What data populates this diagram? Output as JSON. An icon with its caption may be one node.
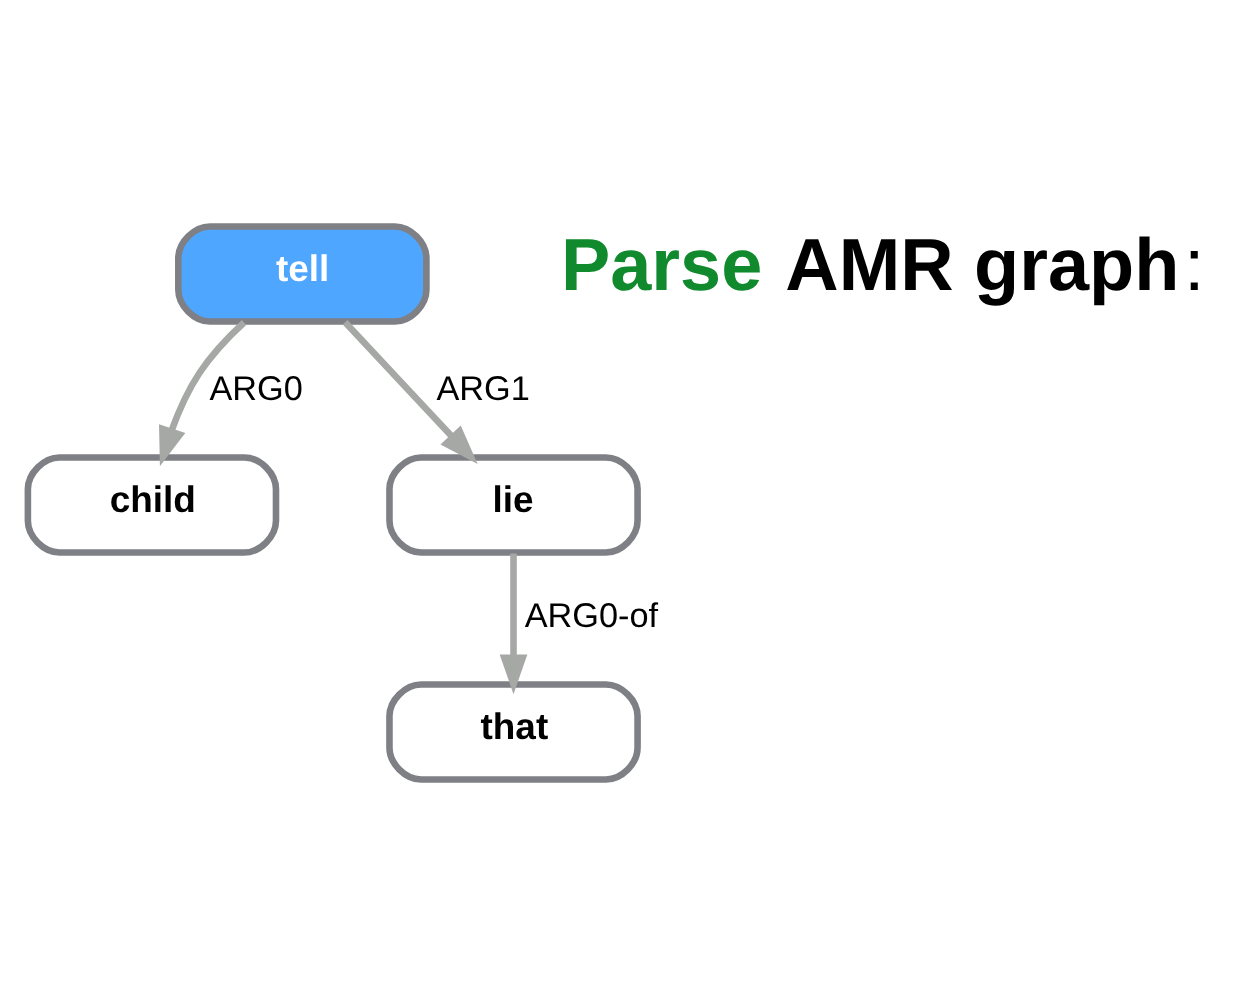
{
  "diagram": {
    "nodes": [
      {
        "text": [
          "tell"
        ]
      },
      {
        "text": [
          "child"
        ]
      },
      {
        "text": [
          "lie"
        ]
      },
      {
        "text": [
          "that"
        ]
      }
    ],
    "edges": [
      {
        "from": 0,
        "to": 1,
        "arrow": "to",
        "label": "ARG0"
      },
      {
        "from": 0,
        "to": 2,
        "arrow": "to",
        "label": "ARG1"
      },
      {
        "from": 2,
        "to": 3,
        "arrow": "to",
        "label": "ARG0-of"
      }
    ],
    "labels": [
      "**Parse AMR graph**:"
    ]
  }
}
